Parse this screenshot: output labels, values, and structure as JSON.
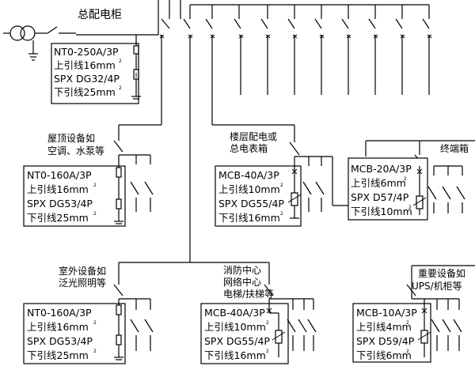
{
  "main_panel": {
    "title": "总配电柜",
    "breaker": "NT0-250A/3P",
    "upper_lead": "上引线16mm",
    "spd": "SPX DG32/4P",
    "lower_lead": "下引线25mm",
    "unit_sup": "2"
  },
  "roof_label": [
    "屋顶设备如",
    "空调、水泵等"
  ],
  "roof_panel": {
    "breaker": "NT0-160A/3P",
    "upper_lead": "上引线16mm",
    "spd": "SPX DG53/4P",
    "lower_lead": "下引线25mm",
    "unit_sup": "2"
  },
  "floor_label": [
    "楼层配电或",
    "总电表箱"
  ],
  "floor_panel": {
    "breaker": "MCB-40A/3P",
    "upper_lead": "上引线10mm",
    "spd": "SPX DG55/4P",
    "lower_lead": "下引线16mm",
    "unit_sup": "2"
  },
  "terminal_label": "终端箱",
  "terminal_panel": {
    "breaker": "MCB-20A/3P",
    "upper_lead": "上引线6mm",
    "spd": "SPX D57/4P",
    "lower_lead": "下引线10mm",
    "unit_sup": "2"
  },
  "outdoor_label": [
    "室外设备如",
    "泛光照明等"
  ],
  "outdoor_panel": {
    "breaker": "NT0-160A/3P",
    "upper_lead": "上引线16mm",
    "spd": "SPX DG53/4P",
    "lower_lead": "下引线25mm",
    "unit_sup": "2"
  },
  "fire_label": [
    "消防中心",
    "网络中心",
    "电梯/扶梯等"
  ],
  "fire_panel": {
    "breaker": "MCB-40A/3P",
    "upper_lead": "上引线10mm",
    "spd": "SPX DG55/4P",
    "lower_lead": "下引线16mm",
    "unit_sup": "2"
  },
  "ups_label": [
    "重要设备如",
    "UPS/机柜等"
  ],
  "ups_panel": {
    "breaker": "MCB-10A/3P",
    "upper_lead": "上引线4mm",
    "spd": "SPX D59/4P",
    "lower_lead": "下引线6mm",
    "unit_sup": "2"
  }
}
